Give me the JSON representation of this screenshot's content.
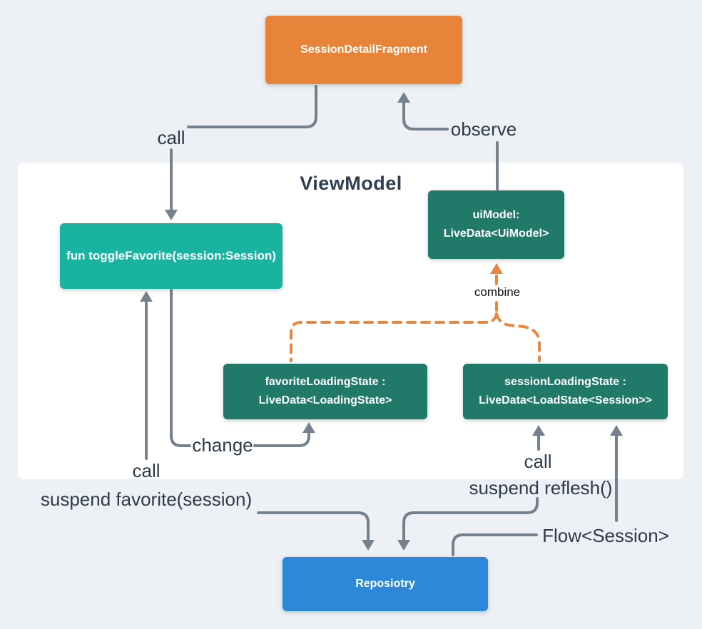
{
  "container": {
    "label": "ViewModel"
  },
  "nodes": {
    "fragment": {
      "label": "SessionDetailFragment",
      "color": "#e8833a"
    },
    "toggle": {
      "label": "fun toggleFavorite(session:Session)",
      "color": "#1ab3a1"
    },
    "ui_model": {
      "line1": "uiModel:",
      "line2": "LiveData<UiModel>",
      "color": "#21796a"
    },
    "favorite_loading_state": {
      "line1": "favoriteLoadingState :",
      "line2": "LiveData<LoadingState>",
      "color": "#21796a"
    },
    "session_loading_state": {
      "line1": "sessionLoadingState :",
      "line2": "LiveData<LoadState<Session>>",
      "color": "#21796a"
    },
    "repository": {
      "label": "Reposiotry",
      "color": "#2e88d9"
    }
  },
  "edge_labels": {
    "call_top": "call",
    "observe": "observe",
    "combine": "combine",
    "change": "change",
    "call_left": "call",
    "suspend_favorite": "suspend favorite(session)",
    "call_right": "call",
    "suspend_reflesh": "suspend reflesh()",
    "flow_session": "Flow<Session>"
  },
  "colors": {
    "background": "#edf1f5",
    "panel": "#ffffff",
    "arrow": "#75828e",
    "combine_dashed": "#e8873f",
    "label_text": "#2d3b49",
    "node_text": "#ffffff"
  }
}
